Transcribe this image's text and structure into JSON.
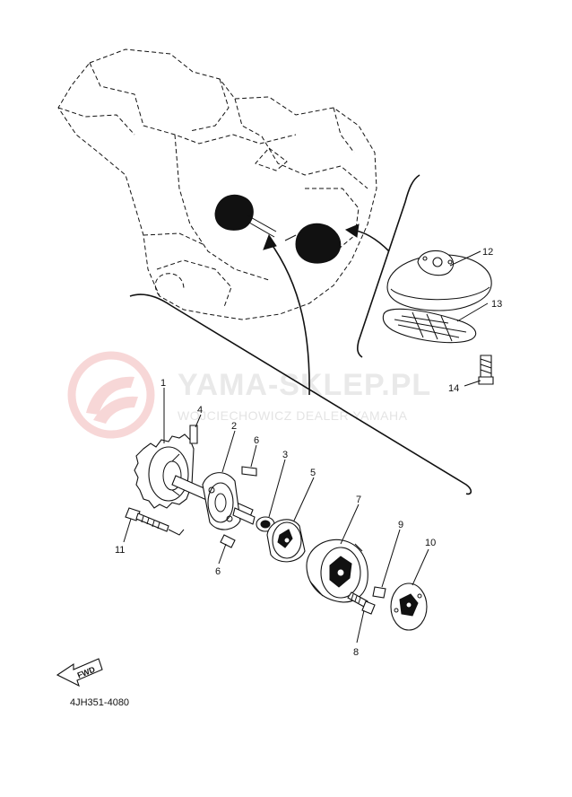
{
  "watermark": {
    "brand": "YAMA-SKLEP.PL",
    "dealer": "WOJCIECHOWICZ DEALER YAMAHA",
    "logo_color": "#f2b8b8"
  },
  "callouts": {
    "n1": "1",
    "n2": "2",
    "n3": "3",
    "n4": "4",
    "n5": "5",
    "n6a": "6",
    "n6b": "6",
    "n7": "7",
    "n8": "8",
    "n9": "9",
    "n10": "10",
    "n11": "11",
    "n12": "12",
    "n13": "13",
    "n14": "14"
  },
  "fwd_label": "FWD",
  "diagram_code": "4JH351-4080"
}
